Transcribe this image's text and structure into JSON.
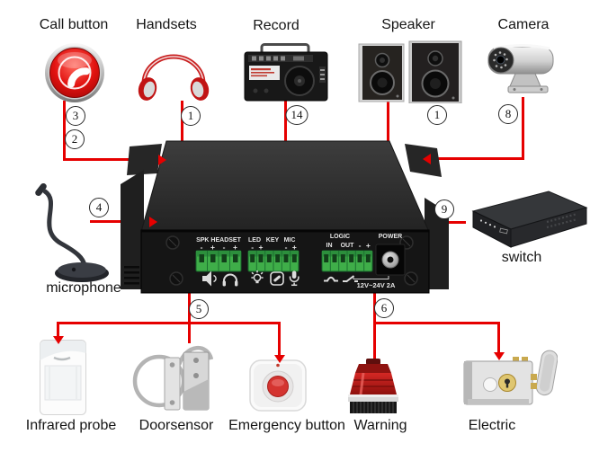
{
  "labels": {
    "call_button": "Call button",
    "handsets": "Handsets",
    "record": "Record",
    "speaker": "Speaker",
    "camera": "Camera",
    "microphone": "microphone",
    "switch": "switch",
    "infrared_probe": "Infrared probe",
    "doorsensor": "Doorsensor",
    "emergency_button": "Emergency button",
    "warning": "Warning",
    "electric": "Electric"
  },
  "numbers": {
    "call_top": "3",
    "call_bottom": "2",
    "handsets": "1",
    "record": "14",
    "speaker": "1",
    "camera": "8",
    "microphone": "4",
    "switch": "9",
    "sensor_group": "5",
    "output_group": "6"
  },
  "panel": {
    "spk_headset": "SPK HEADSET",
    "led": "LED",
    "key": "KEY",
    "mic": "MIC",
    "logic": "LOGIC",
    "logic_in": "IN",
    "logic_out": "OUT",
    "power": "POWER",
    "power_rating": "12V~24V 2A",
    "minus": "-",
    "plus": "+"
  },
  "icons": [
    "speaker-icon",
    "headphones-icon",
    "led-icon",
    "phone-icon",
    "mic-icon",
    "relay-nc-icon",
    "relay-no-icon"
  ],
  "colors": {
    "wire": "#e60000",
    "terminal_green": "#3fae49",
    "device_body": "#2e2e2e",
    "accent_red": "#d43430"
  }
}
